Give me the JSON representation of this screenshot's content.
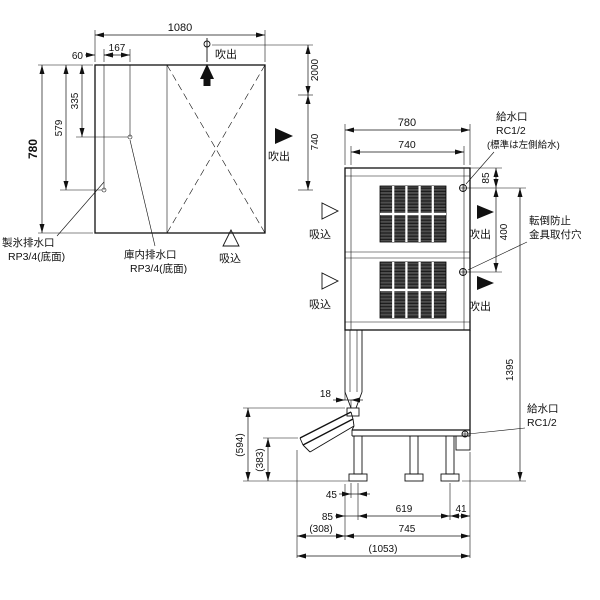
{
  "plan_view": {
    "dims": {
      "total_width": "1080",
      "drain_offset_small": "60",
      "drain_offset_large": "167",
      "total_depth": "780",
      "drain_depth_large": "579",
      "drain_depth_small": "335",
      "top_clearance": "2000",
      "rear_clearance": "740"
    },
    "labels": {
      "blowout_top": "吹出",
      "blowout_right": "吹出",
      "suction": "吸込",
      "ice_drain_name": "製氷排水口",
      "ice_drain_spec": "RP3/4(底面)",
      "bin_drain_name": "庫内排水口",
      "bin_drain_spec": "RP3/4(底面)"
    }
  },
  "side_view": {
    "dims": {
      "outer_width": "780",
      "inner_width": "740",
      "inlet_from_top": "85",
      "bracket_from_inlet": "400",
      "lower_height": "1395",
      "door_thickness": "18",
      "door_open_height_outer": "(594)",
      "door_open_height_inner": "(383)",
      "base_45": "45",
      "base_85": "85",
      "base_619": "619",
      "base_41": "41",
      "base_door_swing": "(308)",
      "base_depth": "745",
      "base_total": "(1053)"
    },
    "labels": {
      "inlet_top_name": "給水口",
      "inlet_top_spec": "RC1/2",
      "inlet_top_note": "(標準は左側給水)",
      "bracket_line1": "転倒防止",
      "bracket_line2": "金具取付穴",
      "blowout_upper": "吹出",
      "blowout_lower": "吹出",
      "suction_upper": "吸込",
      "suction_lower": "吸込",
      "inlet_bottom_name": "給水口",
      "inlet_bottom_spec": "RC1/2"
    }
  }
}
